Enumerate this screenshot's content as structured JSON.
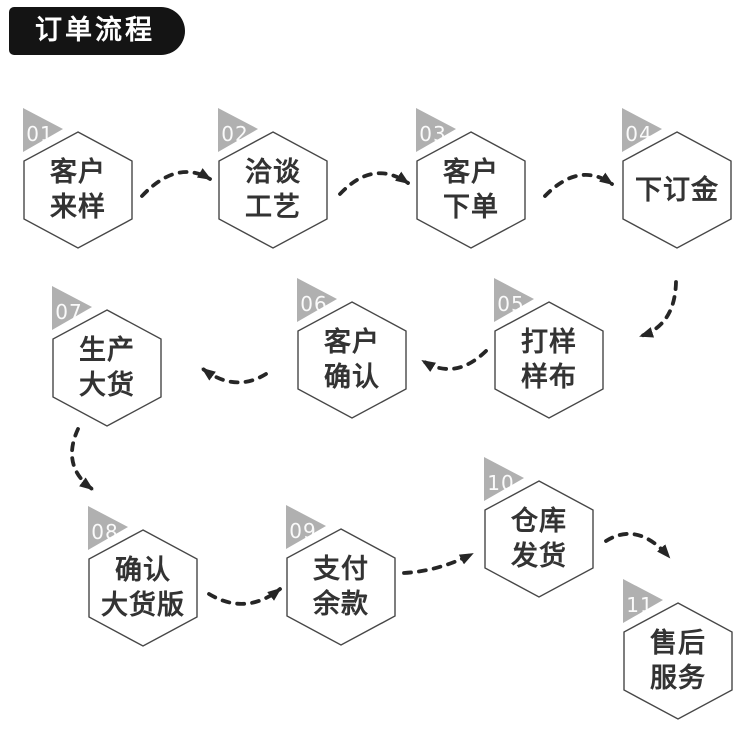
{
  "title": "订单流程",
  "steps": [
    {
      "num": "01",
      "label": "客户\n来样"
    },
    {
      "num": "02",
      "label": "洽谈\n工艺"
    },
    {
      "num": "03",
      "label": "客户\n下单"
    },
    {
      "num": "04",
      "label": "下订金"
    },
    {
      "num": "05",
      "label": "打样\n样布"
    },
    {
      "num": "06",
      "label": "客户\n确认"
    },
    {
      "num": "07",
      "label": "生产\n大货"
    },
    {
      "num": "08",
      "label": "确认\n大货版"
    },
    {
      "num": "09",
      "label": "支付\n余款"
    },
    {
      "num": "10",
      "label": "仓库\n发货"
    },
    {
      "num": "11",
      "label": "售后\n服务"
    }
  ],
  "flow_connections": [
    {
      "from": "01",
      "to": "02"
    },
    {
      "from": "02",
      "to": "03"
    },
    {
      "from": "03",
      "to": "04"
    },
    {
      "from": "04",
      "to": "05"
    },
    {
      "from": "05",
      "to": "06"
    },
    {
      "from": "06",
      "to": "07"
    },
    {
      "from": "07",
      "to": "08"
    },
    {
      "from": "08",
      "to": "09"
    },
    {
      "from": "09",
      "to": "10"
    },
    {
      "from": "10",
      "to": "11"
    }
  ],
  "colors": {
    "title_bg": "#141414",
    "title_text": "#ffffff",
    "badge_triangle": "#b0b0b0",
    "badge_number": "#ffffff",
    "hex_border": "#474747",
    "hex_fill": "#ffffff",
    "label_text": "#333333",
    "arrow": "#262626",
    "background": "#ffffff"
  }
}
